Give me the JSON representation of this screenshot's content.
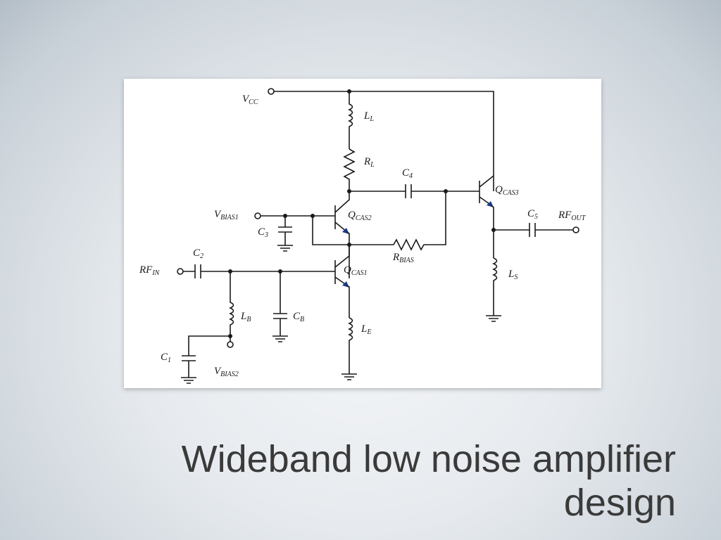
{
  "slide": {
    "title_line1": "Wideband low noise amplifier",
    "title_line2": "design"
  },
  "circuit": {
    "labels": {
      "vcc": [
        "V",
        "CC"
      ],
      "ll": [
        "L",
        "L"
      ],
      "rl": [
        "R",
        "L"
      ],
      "c4": [
        "C",
        "4"
      ],
      "qcas3": [
        "Q",
        "CAS3"
      ],
      "vbias1": [
        "V",
        "BIAS1"
      ],
      "qcas2": [
        "Q",
        "CAS2"
      ],
      "c3": [
        "C",
        "3"
      ],
      "c5": [
        "C",
        "5"
      ],
      "rfout": [
        "RF",
        "OUT"
      ],
      "rbias": [
        "R",
        "BIAS"
      ],
      "c2": [
        "C",
        "2"
      ],
      "rfin": [
        "RF",
        "IN"
      ],
      "qcas1": [
        "Q",
        "CAS1"
      ],
      "ls": [
        "L",
        "S"
      ],
      "lb": [
        "L",
        "B"
      ],
      "cb": [
        "C",
        "B"
      ],
      "le": [
        "L",
        "E"
      ],
      "c1": [
        "C",
        "1"
      ],
      "vbias2": [
        "V",
        "BIAS2"
      ]
    }
  }
}
